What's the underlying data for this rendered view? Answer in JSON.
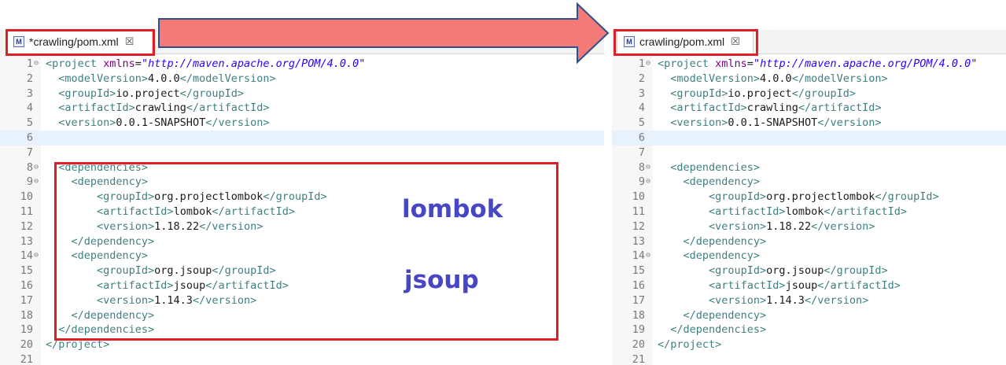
{
  "left_editor": {
    "tab_title": "*crawling/pom.xml",
    "tab_icon": "M",
    "close_glyph": "☒"
  },
  "right_editor": {
    "tab_title": "crawling/pom.xml",
    "tab_icon": "M",
    "close_glyph": "☒"
  },
  "code_lines": [
    {
      "n": "1",
      "fold": "⊖",
      "segs": [
        {
          "c": "t",
          "t": "<project "
        },
        {
          "c": "attr",
          "t": "xmlns"
        },
        {
          "c": "eq",
          "t": "="
        },
        {
          "c": "str",
          "t": "\"http://maven.apache.org/POM/4.0.0\""
        }
      ]
    },
    {
      "n": "2",
      "fold": "",
      "segs": [
        {
          "c": "t",
          "t": "  <modelVersion>"
        },
        {
          "c": "x",
          "t": "4.0.0"
        },
        {
          "c": "t",
          "t": "</modelVersion>"
        }
      ]
    },
    {
      "n": "3",
      "fold": "",
      "segs": [
        {
          "c": "t",
          "t": "  <groupId>"
        },
        {
          "c": "x",
          "t": "io.project"
        },
        {
          "c": "t",
          "t": "</groupId>"
        }
      ]
    },
    {
      "n": "4",
      "fold": "",
      "segs": [
        {
          "c": "t",
          "t": "  <artifactId>"
        },
        {
          "c": "x",
          "t": "crawling"
        },
        {
          "c": "t",
          "t": "</artifactId>"
        }
      ]
    },
    {
      "n": "5",
      "fold": "",
      "segs": [
        {
          "c": "t",
          "t": "  <version>"
        },
        {
          "c": "x",
          "t": "0.0.1-SNAPSHOT"
        },
        {
          "c": "t",
          "t": "</version>"
        }
      ]
    },
    {
      "n": "6",
      "fold": "",
      "segs": []
    },
    {
      "n": "7",
      "fold": "",
      "segs": []
    },
    {
      "n": "8",
      "fold": "⊖",
      "segs": [
        {
          "c": "t",
          "t": "  <dependencies>"
        }
      ]
    },
    {
      "n": "9",
      "fold": "⊖",
      "segs": [
        {
          "c": "t",
          "t": "    <dependency>"
        }
      ]
    },
    {
      "n": "10",
      "fold": "",
      "segs": [
        {
          "c": "t",
          "t": "        <groupId>"
        },
        {
          "c": "x",
          "t": "org.projectlombok"
        },
        {
          "c": "t",
          "t": "</groupId>"
        }
      ]
    },
    {
      "n": "11",
      "fold": "",
      "segs": [
        {
          "c": "t",
          "t": "        <artifactId>"
        },
        {
          "c": "x",
          "t": "lombok"
        },
        {
          "c": "t",
          "t": "</artifactId>"
        }
      ]
    },
    {
      "n": "12",
      "fold": "",
      "segs": [
        {
          "c": "t",
          "t": "        <version>"
        },
        {
          "c": "x",
          "t": "1.18.22"
        },
        {
          "c": "t",
          "t": "</version>"
        }
      ]
    },
    {
      "n": "13",
      "fold": "",
      "segs": [
        {
          "c": "t",
          "t": "    </dependency>"
        }
      ]
    },
    {
      "n": "14",
      "fold": "⊖",
      "segs": [
        {
          "c": "t",
          "t": "    <dependency>"
        }
      ]
    },
    {
      "n": "15",
      "fold": "",
      "segs": [
        {
          "c": "t",
          "t": "        <groupId>"
        },
        {
          "c": "x",
          "t": "org.jsoup"
        },
        {
          "c": "t",
          "t": "</groupId>"
        }
      ]
    },
    {
      "n": "16",
      "fold": "",
      "segs": [
        {
          "c": "t",
          "t": "        <artifactId>"
        },
        {
          "c": "x",
          "t": "jsoup"
        },
        {
          "c": "t",
          "t": "</artifactId>"
        }
      ]
    },
    {
      "n": "17",
      "fold": "",
      "segs": [
        {
          "c": "t",
          "t": "        <version>"
        },
        {
          "c": "x",
          "t": "1.14.3"
        },
        {
          "c": "t",
          "t": "</version>"
        }
      ]
    },
    {
      "n": "18",
      "fold": "",
      "segs": [
        {
          "c": "t",
          "t": "    </dependency>"
        }
      ]
    },
    {
      "n": "19",
      "fold": "",
      "segs": [
        {
          "c": "t",
          "t": "  </dependencies>"
        }
      ]
    },
    {
      "n": "20",
      "fold": "",
      "segs": [
        {
          "c": "t",
          "t": "</project>"
        }
      ]
    },
    {
      "n": "21",
      "fold": "",
      "segs": []
    }
  ],
  "annotations": {
    "lombok": "lombok",
    "jsoup": "jsoup"
  },
  "colors": {
    "highlight_box": "#dd1f26",
    "arrow_fill": "#f47a78",
    "arrow_stroke": "#2f4f8f",
    "annotation_text": "#4747c6",
    "xml_tag": "#3f7f7f",
    "xml_attr": "#7f007f",
    "xml_string": "#2a00ff"
  }
}
